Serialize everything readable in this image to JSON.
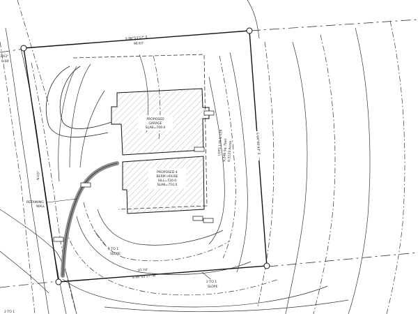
{
  "labels": {
    "bearing_top": "S 86°53'17\" E",
    "dist_top": "96.63'",
    "bearing_left_top": "3'43\"",
    "dist_left_top": "0.68'",
    "garage_line1": "PROPOSED",
    "garage_line2": "GARAGE",
    "garage_line3": "SLAB=709.0",
    "house_line1": "PROPOSED 4",
    "house_line2": "BERM HOUSE",
    "house_line3": "SILL=720.0",
    "house_line4": "SLAB=710.0",
    "lots_line1": "LOTS 128 & 129",
    "lots_line2": "9,246 Sq. Feet",
    "lots_line3": "0.2123 Acres",
    "bearing_right": "S 04°06'43\" E",
    "retaining_line1": "RETAINING",
    "retaining_line2": "WALL",
    "slope_left_line1": "2 TO 1",
    "slope_left_line2": "SLOPE",
    "slope_right_line1": "2 TO 1",
    "slope_right_line2": "SLOPE",
    "dist_bottom": "97.74'",
    "bearing_bottom": "S 86°53'17\" W",
    "bearing_left": "N 03°",
    "slope_corner": "2 TO 1"
  }
}
